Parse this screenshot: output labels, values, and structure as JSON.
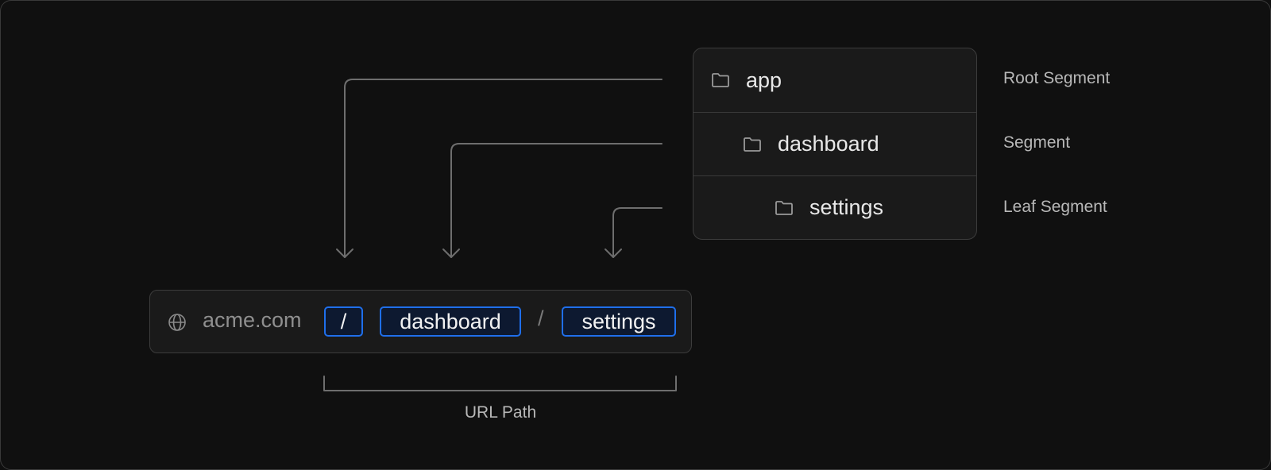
{
  "tree": {
    "items": [
      {
        "label": "app",
        "icon": "folder-icon"
      },
      {
        "label": "dashboard",
        "icon": "folder-icon"
      },
      {
        "label": "settings",
        "icon": "folder-icon"
      }
    ]
  },
  "segment_labels": [
    "Root Segment",
    "Segment",
    "Leaf Segment"
  ],
  "url_bar": {
    "icon": "globe-icon",
    "domain": "acme.com",
    "segments": [
      "/",
      "dashboard",
      "settings"
    ],
    "separator": "/"
  },
  "url_path_label": "URL Path",
  "colors": {
    "background": "#101010",
    "accent": "#1f6feb",
    "connector": "#6e6e6e"
  }
}
